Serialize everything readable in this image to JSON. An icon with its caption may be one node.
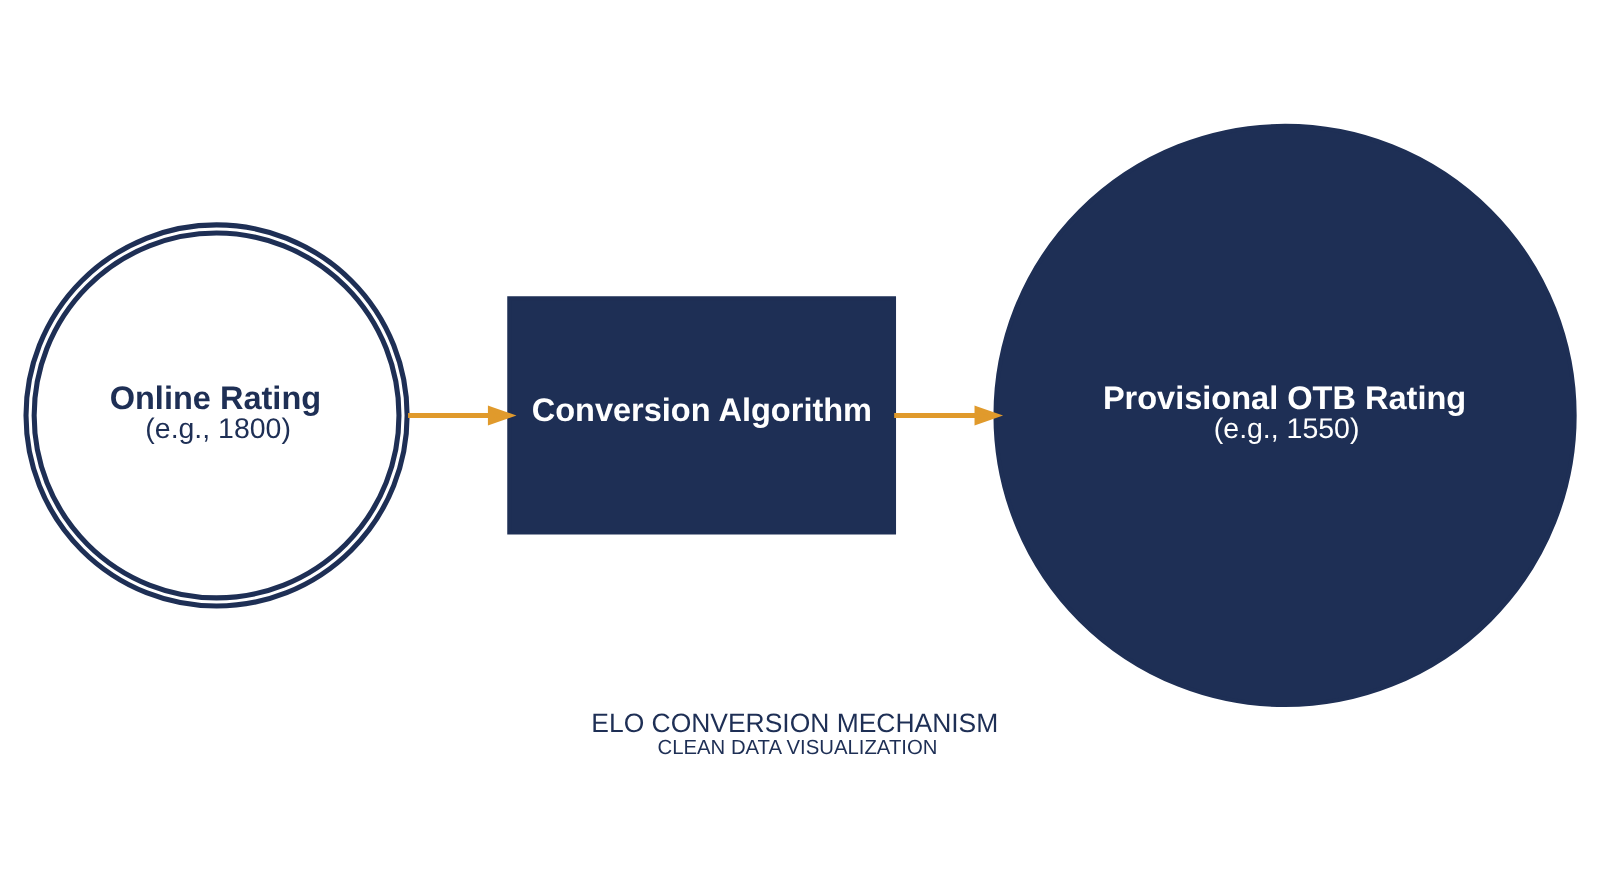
{
  "diagram": {
    "title": "ELO CONVERSION MECHANISM",
    "caption": "CLEAN DATA VISUALIZATION",
    "nodes": [
      {
        "text": [
          "Online Rating",
          "(e.g., 1800)"
        ]
      },
      {
        "text": [
          "Conversion Algorithm"
        ]
      },
      {
        "text": [
          "Provisional OTB Rating",
          "(e.g., 1550)"
        ]
      }
    ],
    "edges": [
      {
        "from": 0,
        "to": 1,
        "arrow": "to"
      },
      {
        "from": 1,
        "to": 2,
        "arrow": "to"
      }
    ]
  }
}
